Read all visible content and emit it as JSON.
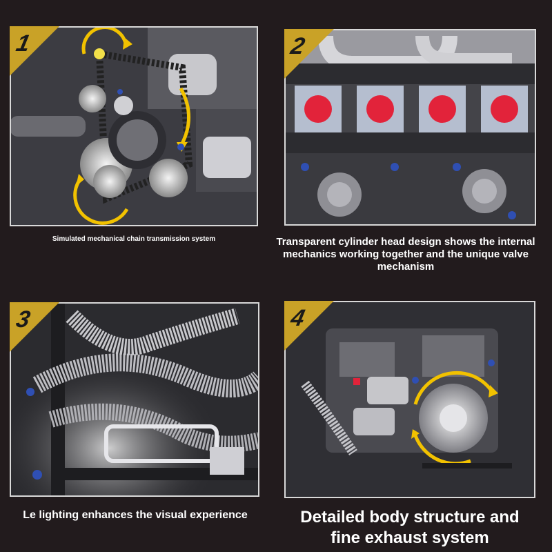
{
  "panels": [
    {
      "number": "1",
      "caption": "Simulated mechanical chain transmission system"
    },
    {
      "number": "2",
      "caption": "Transparent cylinder head design shows the internal mechanics working together and the unique valve mechanism"
    },
    {
      "number": "3",
      "caption": "Le lighting enhances the visual experience"
    },
    {
      "number": "4",
      "caption": "Detailed body structure and fine exhaust system"
    }
  ],
  "colors": {
    "background": "#221b1d",
    "badge": "#c9a227",
    "accent_arrow": "#f2c200",
    "valve_red": "#e2233a",
    "bolt_blue": "#2f4fb3"
  }
}
